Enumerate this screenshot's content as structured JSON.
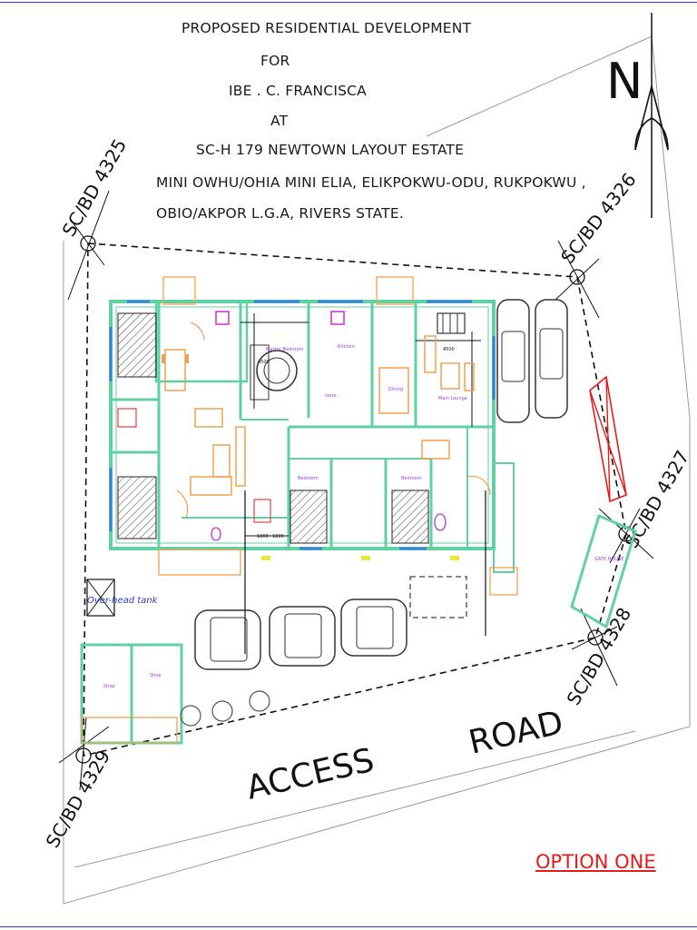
{
  "title": {
    "lines": [
      "PROPOSED RESIDENTIAL DEVELOPMENT",
      "FOR",
      "IBE . C. FRANCISCA",
      "AT",
      "SC-H 179 NEWTOWN  LAYOUT ESTATE",
      "MINI OWHU/OHIA MINI ELIA, ELIKPOKWU-ODU, RUKPOKWU ,",
      "OBIO/AKPOR L.G.A, RIVERS  STATE."
    ]
  },
  "north_label": "N",
  "beacons": [
    "SC/BD 4325",
    "SC/BD 4326",
    "SC/BD 4327",
    "SC/BD 4328",
    "SC/BD 4329"
  ],
  "road": {
    "word1": "ACCESS",
    "word2": "ROAD"
  },
  "rooms": {
    "bedroom_top": "Master Bedroom",
    "kitchen": "Kitchen",
    "store": "store",
    "dining": "Dining",
    "main_lounge": "Main Lounge",
    "bedroom_mid": "Bedroom",
    "bedroom_right": "Bedroom",
    "gate_house": "GATE HOUSE",
    "shop_left": "Shop",
    "shop_right": "Shop",
    "overhead_tank": "Over-head tank"
  },
  "dimensions": {
    "dim1": "4500",
    "dim2": "4500",
    "dim3": "1800",
    "dim4": "1800"
  },
  "option_label": "OPTION ONE",
  "colors": {
    "wall": "#5fd1a3",
    "window": "#3f7fe0",
    "furniture": "#f0a050",
    "boundary": "#111111",
    "gate": "#e21b1b",
    "room_text": "#9b3fd8",
    "frame": "#2b3dbd",
    "option": "#e21b1b"
  }
}
